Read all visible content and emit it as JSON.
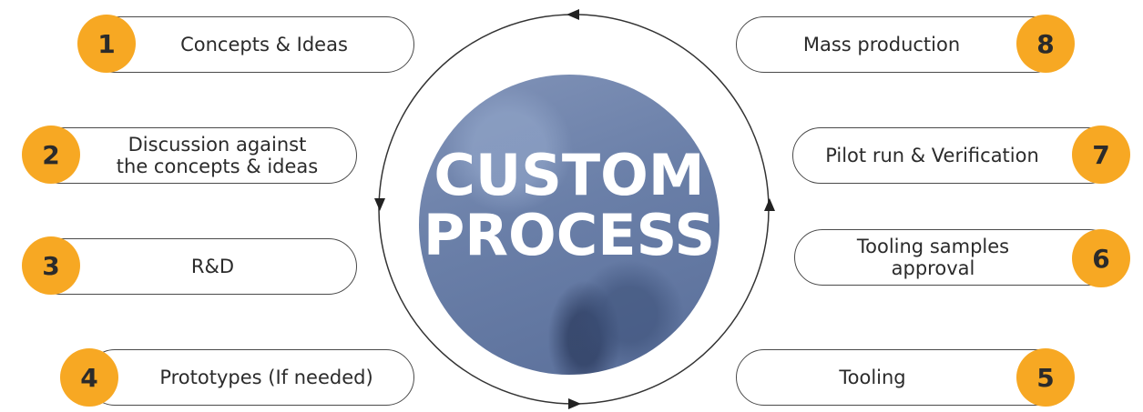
{
  "center": {
    "line1": "CUSTOM",
    "line2": "PROCESS"
  },
  "steps": [
    {
      "number": "1",
      "label": "Concepts & Ideas"
    },
    {
      "number": "2",
      "line1": "Discussion against",
      "line2": "the concepts & ideas"
    },
    {
      "number": "3",
      "label": "R&D"
    },
    {
      "number": "4",
      "label": "Prototypes (If needed)"
    },
    {
      "number": "5",
      "label": "Tooling"
    },
    {
      "number": "6",
      "line1": "Tooling samples",
      "line2": "approval"
    },
    {
      "number": "7",
      "label": "Pilot run & Verification"
    },
    {
      "number": "8",
      "label": "Mass production"
    }
  ],
  "colors": {
    "badge": "#f7a823",
    "circle": "#6a7fa8",
    "outline": "#4a4a4a"
  }
}
